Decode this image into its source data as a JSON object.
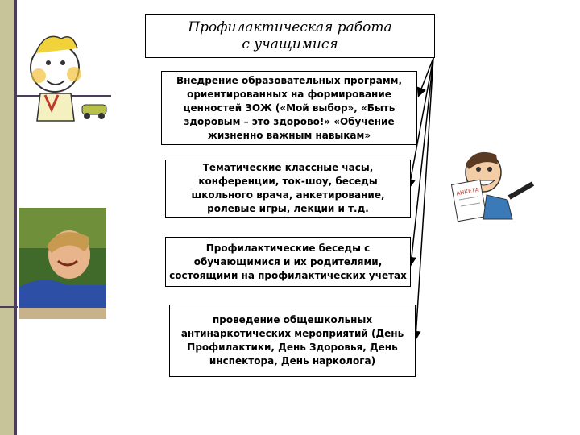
{
  "title": "Профилактическая работа\nс учащимися",
  "boxes": [
    "Внедрение образовательных программ, ориентированных на формирование ценностей ЗОЖ («Мой выбор», «Быть здоровым – это здорово!» «Обучение жизненно важным навыкам»",
    "Тематические классные часы, конференции, ток-шоу, беседы школьного врача, анкетирование, ролевые игры, лекции и т.д.",
    "Профилактические беседы с обучающимися и их родителями, состоящими на профилактических учетах",
    "проведение общешкольных антинаркотических мероприятий (День Профилактики, День Здоровья, День инспектора, День нарколога)"
  ],
  "clipart_sign_text": "АНКЕТА",
  "colors": {
    "olive": "#c8c49a",
    "dark": "#4a3c5a"
  }
}
